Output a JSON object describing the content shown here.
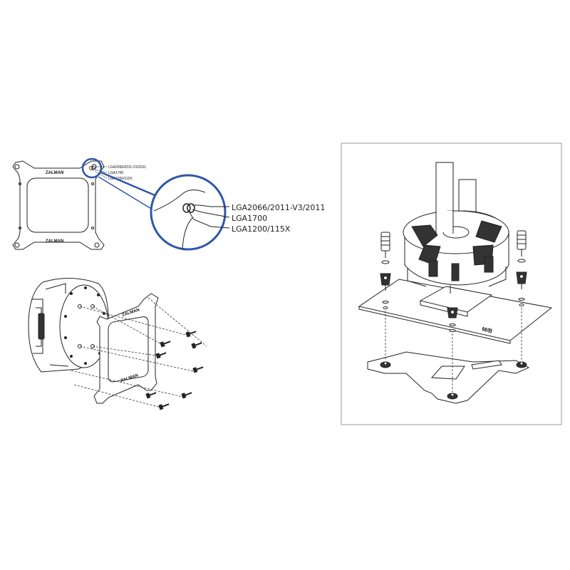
{
  "bracket": {
    "logo_top": "ZALMAN",
    "logo_bottom": "ZALMAN",
    "holes": [
      {
        "label": "LGA2066/2011-V3/2011"
      },
      {
        "label": "LGA1700"
      },
      {
        "label": "LGA1200/115X"
      }
    ]
  },
  "zoom": {
    "labels": [
      "LGA2066/2011-V3/2011",
      "LGA1700",
      "LGA1200/115X"
    ]
  },
  "exploded": {
    "logo_top": "ZALMAN",
    "logo_bottom": "ZALMAN"
  },
  "install": {
    "board_label": "M/B"
  },
  "colors": {
    "accent": "#2f56a8",
    "line": "#222222",
    "panel_border": "#9a9a9a"
  }
}
